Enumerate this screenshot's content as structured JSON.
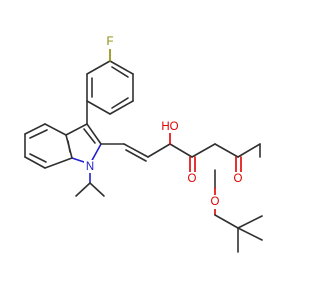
{
  "molecule": {
    "atoms": {
      "fluorine": {
        "symbol": "F",
        "color": "#8a8a00"
      },
      "nitrogen": {
        "symbol": "N",
        "color": "#2020d0"
      },
      "hydroxyl": {
        "symbol": "HO",
        "color": "#e00000"
      },
      "ketone_oxygen": {
        "symbol": "O",
        "color": "#e00000"
      },
      "carbonyl_oxygen": {
        "symbol": "O",
        "color": "#e00000"
      },
      "ester_oxygen": {
        "symbol": "O",
        "color": "#e00000"
      }
    },
    "bond_color": "#303030"
  }
}
